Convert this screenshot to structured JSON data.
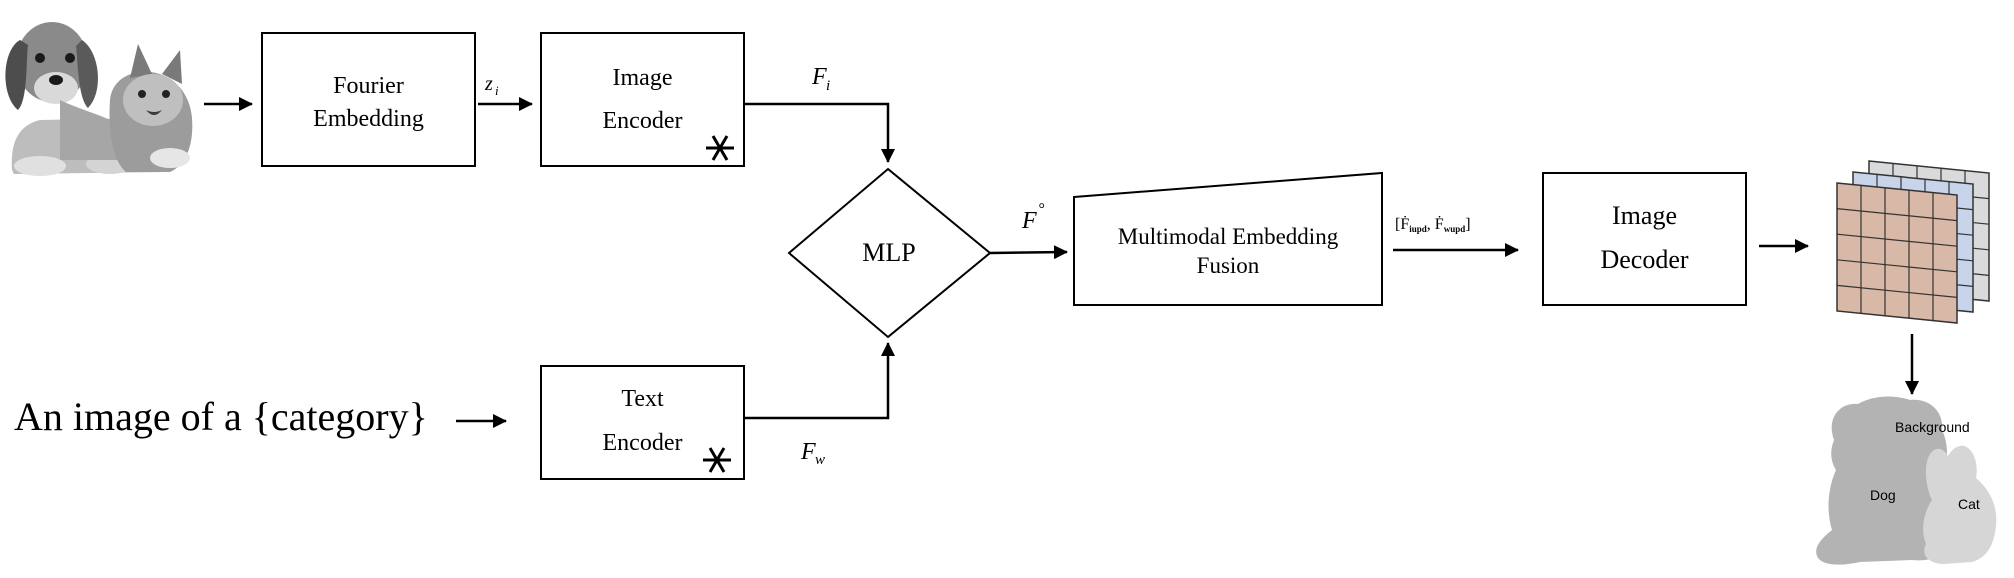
{
  "fourier_embedding": {
    "line1": "Fourier",
    "line2": "Embedding"
  },
  "image_encoder": {
    "line1": "Image",
    "line2": "Encoder",
    "frozen_icon": "snowflake-icon"
  },
  "text_encoder": {
    "line1": "Text",
    "line2": "Encoder",
    "frozen_icon": "snowflake-icon"
  },
  "mlp": {
    "label": "MLP"
  },
  "fusion": {
    "line1": "Multimodal Embedding",
    "line2": "Fusion"
  },
  "image_decoder": {
    "line1": "Image",
    "line2": "Decoder"
  },
  "text_prompt": "An image of a {category}",
  "symbols": {
    "z_i": "z",
    "z_i_sub": "i",
    "F_i": "F",
    "F_i_sub": "i",
    "F_w": "F",
    "F_w_sub": "w",
    "F_fused": "F",
    "F_fused_sup": "°",
    "updated_pair": "[Ḟ",
    "updated_pair_sub1": "i",
    "updated_pair_sub1b": "upd",
    "updated_pair_mid": ", Ḟ",
    "updated_pair_sub2": "w",
    "updated_pair_sub2b": "upd",
    "updated_pair_end": "]"
  },
  "segmentation": {
    "background": "Background",
    "dog": "Dog",
    "cat": "Cat"
  },
  "colors": {
    "grid_front": "#d8b8a6",
    "grid_middle": "#c8d4ea",
    "grid_back": "#d8dadc",
    "mask_dog": "#b3b3b3",
    "mask_cat": "#d6d6d6"
  }
}
